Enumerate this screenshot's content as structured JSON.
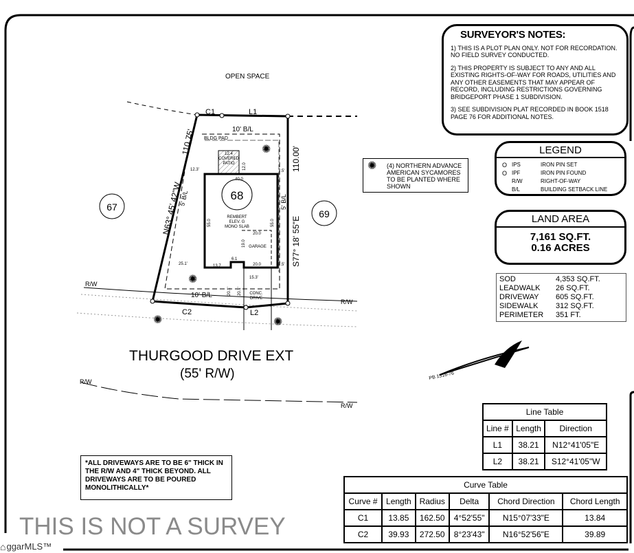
{
  "surveyors_notes": {
    "title": "SURVEYOR'S NOTES:",
    "notes": [
      "1) THIS IS A PLOT PLAN ONLY. NOT FOR RECORDATION. NO FIELD SURVEY CONDUCTED.",
      "2) THIS PROPERTY IS SUBJECT TO ANY AND ALL EXISTING RIGHTS-OF-WAY FOR ROADS, UTILITIES AND ANY OTHER EASEMENTS THAT MAY APPEAR OF RECORD, INCLUDING RESTRICTIONS GOVERNING BRIDGEPORT PHASE 1 SUBDIVISION.",
      "3) SEE SUBDIVISION PLAT RECORDED IN BOOK 1518 PAGE 76 FOR ADDITIONAL NOTES."
    ]
  },
  "legend": {
    "title": "LEGEND",
    "items": [
      {
        "symbol": "O",
        "abbr": "IPS",
        "meaning": "IRON PIN SET"
      },
      {
        "symbol": "O",
        "abbr": "IPF",
        "meaning": "IRON PIN FOUND"
      },
      {
        "symbol": "",
        "abbr": "R/W",
        "meaning": "RIGHT-OF-WAY"
      },
      {
        "symbol": "",
        "abbr": "B/L",
        "meaning": "BUILDING SETBACK LINE"
      }
    ]
  },
  "land_area": {
    "title": "LAND AREA",
    "sqft": "7,161 SQ.FT.",
    "acres": "0.16 ACRES"
  },
  "areas": [
    {
      "label": "SOD",
      "value": "4,353 SQ.FT."
    },
    {
      "label": "LEADWALK",
      "value": "26 SQ.FT."
    },
    {
      "label": "DRIVEWAY",
      "value": "605 SQ.FT."
    },
    {
      "label": "SIDEWALK",
      "value": "312 SQ.FT."
    },
    {
      "label": "PERIMETER",
      "value": "351 FT."
    }
  ],
  "planting_note": "(4) NORTHERN ADVANCE AMERICAN SYCAMORES TO BE PLANTED WHERE SHOWN",
  "driveway_note": "*ALL DRIVEWAYS ARE TO BE 6\" THICK IN THE R/W AND 4\" THICK BEYOND. ALL DRIVEWAYS ARE TO BE POURED MONOLITHICALLY*",
  "line_table": {
    "title": "Line Table",
    "headers": [
      "Line #",
      "Length",
      "Direction"
    ],
    "rows": [
      [
        "L1",
        "38.21",
        "N12°41'05\"E"
      ],
      [
        "L2",
        "38.21",
        "S12°41'05\"W"
      ]
    ]
  },
  "curve_table": {
    "title": "Curve Table",
    "headers": [
      "Curve #",
      "Length",
      "Radius",
      "Delta",
      "Chord Direction",
      "Chord Length"
    ],
    "rows": [
      [
        "C1",
        "13.85",
        "162.50",
        "4°52'55\"",
        "N15°07'33\"E",
        "13.84"
      ],
      [
        "C2",
        "39.93",
        "272.50",
        "8°23'43\"",
        "N16°52'56\"E",
        "39.89"
      ]
    ]
  },
  "plan": {
    "open_space": "OPEN SPACE",
    "lots": {
      "left": "67",
      "subject": "68",
      "right": "69"
    },
    "c1": "C1",
    "l1": "L1",
    "c2": "C2",
    "l2": "L2",
    "west_bearing": "N63° 45' 42\"W",
    "west_length": "110.75'",
    "east_bearing": "S77° 18' 55\"E",
    "east_length": "110.00'",
    "rear_setback": "10' B/L",
    "front_setback": "10' B/L",
    "side_setback_left": "5' B/L",
    "side_setback_right": "5' B/L",
    "bldg_pad": "BLDG PAD",
    "patio": "12.4 COVERED PATIO",
    "patio_depth": "12.0",
    "house_width": "40.0",
    "house_left_depth": "55.0",
    "house_right_depth": "55.0",
    "house_label": [
      "REMBERT",
      "ELEV. G",
      "MONO SLAB"
    ],
    "garage": "GARAGE",
    "garage_width": "20.0",
    "garage_depth": "19.0",
    "garage_front": "20.0",
    "dim_12_3": "12.3'",
    "dim_7_5_top": "7.5'",
    "dim_7_5_bot": "7.5'",
    "dim_25_1": "25.1'",
    "dim_13_7": "13.7",
    "dim_6_1": "6.1",
    "dim_15_3": "15.3'",
    "dim_20_1a": "20.1'",
    "dim_20_1b": "20.1'",
    "drive": [
      "CONC.",
      "DRIVE"
    ],
    "rw": "R/W",
    "street": "THURGOOD DRIVE EXT",
    "street_rw": "(55' R/W)",
    "plat_ref": "PB 1518-76"
  },
  "watermark": "THIS IS NOT A SURVEY",
  "logo": "ggarMLS™"
}
